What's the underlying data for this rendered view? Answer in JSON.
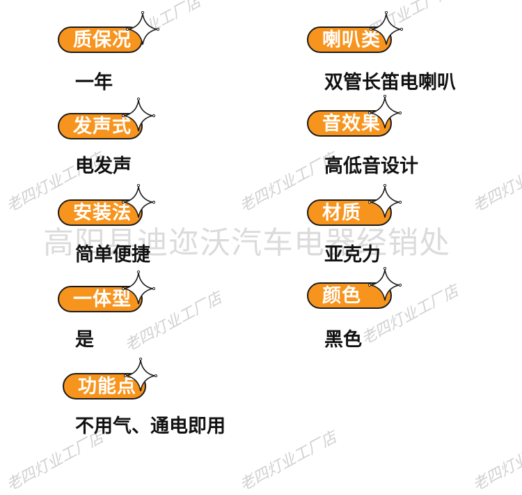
{
  "specs_left": [
    {
      "label": "质保况",
      "value": "一年"
    },
    {
      "label": "发声式",
      "value": "电发声"
    },
    {
      "label": "安装法",
      "value": "简单便捷"
    },
    {
      "label": "一体型",
      "value": "是"
    },
    {
      "label": "功能点",
      "value": "不用气、通电即用"
    }
  ],
  "specs_right": [
    {
      "label": "喇叭类",
      "value": "双管长笛电喇叭"
    },
    {
      "label": "音效果",
      "value": "高低音设计"
    },
    {
      "label": "材质",
      "value": "亚克力"
    },
    {
      "label": "颜色",
      "value": "黑色"
    }
  ],
  "watermark": {
    "shop": "老四灯业工厂店",
    "company": "高阳县迪迩沃汽车电器经销处"
  },
  "colors": {
    "pill": "#f7941d",
    "outline": "#1a1a1a",
    "text": "#111111"
  },
  "icons": {
    "pill_decoration": "sparkle-icon"
  }
}
